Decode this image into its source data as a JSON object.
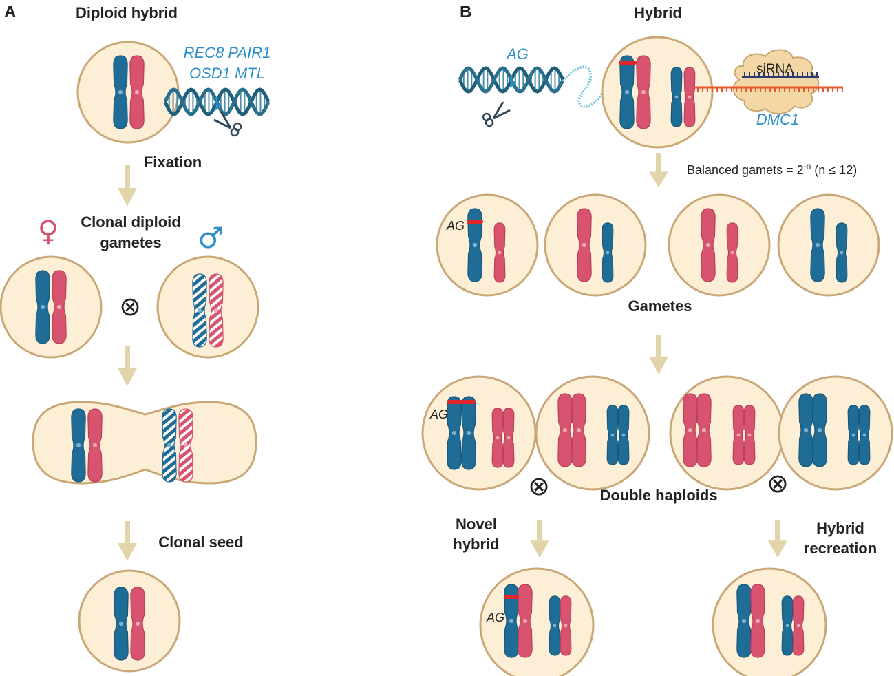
{
  "panel_a": {
    "letter": "A",
    "title": "Diploid hybrid",
    "genes_line1": "REC8 PAIR1",
    "genes_line2": "OSD1 MTL",
    "step_fixation": "Fixation",
    "gametes_line1": "Clonal diploid",
    "gametes_line2": "gametes",
    "female_symbol": "♀",
    "male_symbol": "♂",
    "cross_symbol": "⊗",
    "step_seed": "Clonal seed"
  },
  "panel_b": {
    "letter": "B",
    "title": "Hybrid",
    "gene_ag": "AG",
    "sirna": "siRNA",
    "gene_dmc1": "DMC1",
    "balanced_prefix": "Balanced gamets = 2",
    "balanced_exp": "-n",
    "balanced_suffix": " (n ≤ 12)",
    "ag_label": "AG",
    "gametes_label": "Gametes",
    "double_haploids_label": "Double haploids",
    "cross_symbol": "⊗",
    "novel_line1": "Novel",
    "novel_line2": "hybrid",
    "recreation_line1": "Hybrid",
    "recreation_line2": "recreation"
  },
  "colors": {
    "blue_chromosome": "#1f6d97",
    "pink_chromosome": "#d7536f",
    "cell_fill": "#fdefd6",
    "cell_stroke": "#c9a776",
    "arrow": "#e2d4a9",
    "gene_text": "#2f8fcb",
    "marker_red": "#e0262a",
    "rna_orange": "#e8582c"
  }
}
